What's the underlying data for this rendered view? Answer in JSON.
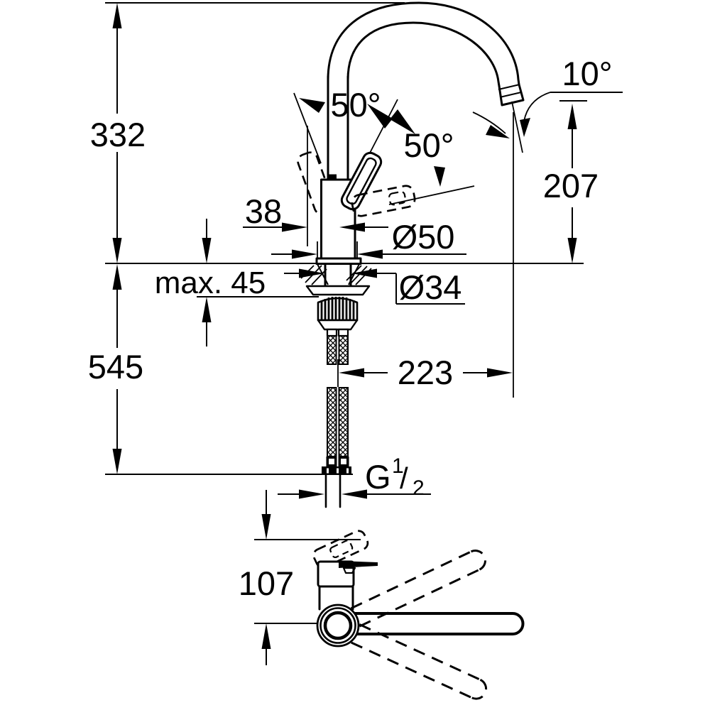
{
  "drawing": {
    "type": "faucet-installation-dimension-drawing",
    "background_color": "#ffffff",
    "line_color": "#000000",
    "views": {
      "side_view": "faucet side elevation with high arc spout",
      "top_view": "faucet plan view with spout swivel range"
    },
    "labels": {
      "height_above_deck": "332",
      "hose_length_below_deck": "545",
      "max_deck_thickness": "max. 45",
      "handle_projection": "38",
      "base_diameter": "Ø50",
      "hole_diameter": "Ø34",
      "spout_reach": "223",
      "outlet_height": "207",
      "outlet_angle": "10°",
      "handle_swing_side": "50°",
      "handle_swing_front": "50°",
      "spout_pivot_offset": "107",
      "thread_letter": "G",
      "thread_numerator": "1",
      "thread_slash": "/",
      "thread_denominator": "2"
    }
  }
}
